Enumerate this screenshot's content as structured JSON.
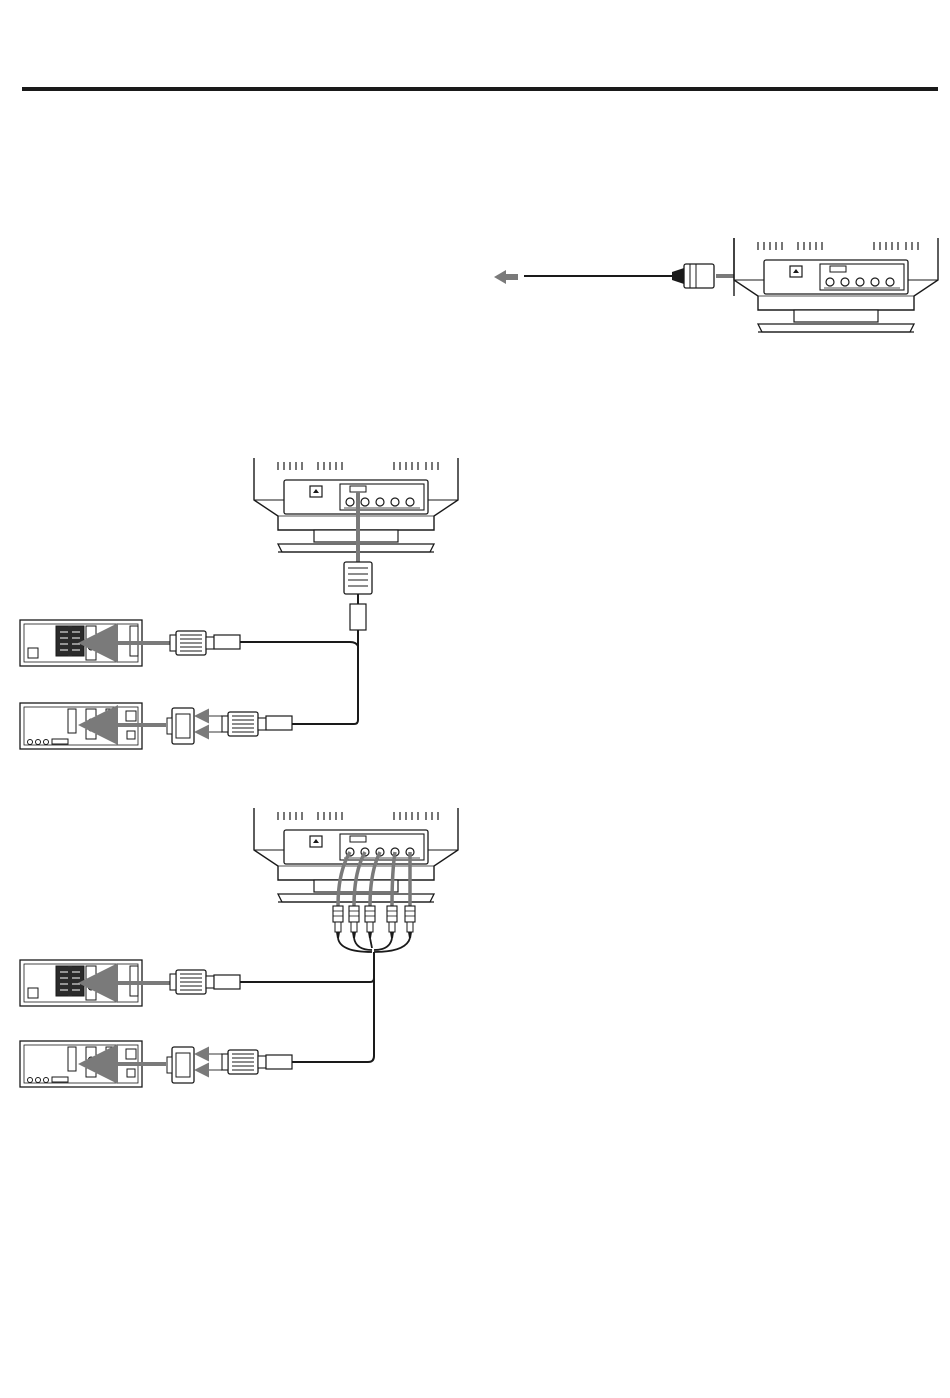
{
  "colors": {
    "ink": "#1a1a1a",
    "arrow": "#7a7a7a",
    "fill_light": "#ffffff",
    "fill_grey": "#cfcfcf",
    "fill_dark": "#2b2b2b"
  },
  "figures": [
    {
      "id": "power-connection",
      "parts": [
        "power-arrow-icon",
        "power-cord",
        "power-plug",
        "monitor-rear-view"
      ]
    },
    {
      "id": "hd15-connection",
      "parts": [
        "monitor-rear-view",
        "signal-cable-hd15",
        "pc-tower-ibm",
        "mac-computer",
        "mac-adapter"
      ]
    },
    {
      "id": "bnc-connection",
      "parts": [
        "monitor-rear-view",
        "bnc-cables",
        "pc-tower-ibm",
        "mac-computer",
        "mac-adapter"
      ]
    }
  ]
}
